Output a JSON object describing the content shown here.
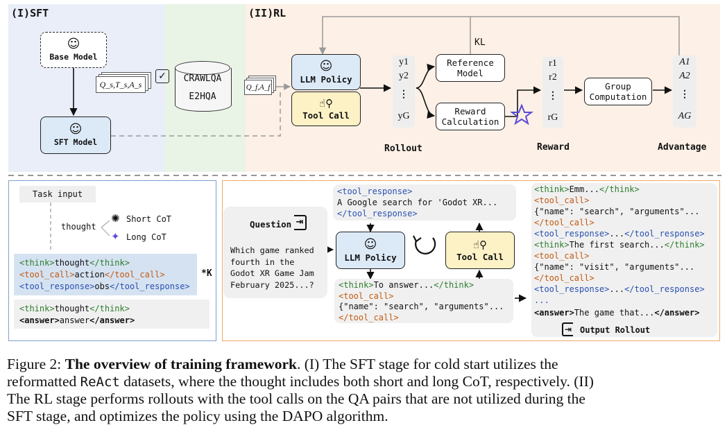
{
  "sft": {
    "title": "(I)SFT",
    "base_model": "Base Model",
    "sft_model": "SFT Model",
    "data_stack_label": "Q_s,T_s,A_s",
    "datasets": [
      "CRAWLQA",
      "E2HQA"
    ]
  },
  "rl": {
    "title": "(II)RL",
    "kl": "KL",
    "llm_policy": "LLM Policy",
    "tool_call": "Tool Call",
    "data_stack_label": "Q_f,A_f",
    "outputs": [
      "y1",
      "y2",
      "⋮",
      "yG"
    ],
    "reference_model": [
      "Reference",
      "Model"
    ],
    "reward_calculation": [
      "Reward",
      "Calculation"
    ],
    "rewards": [
      "r1",
      "r2",
      "⋮",
      "rG"
    ],
    "group_computation": [
      "Group",
      "Computation"
    ],
    "advantages": [
      "A1",
      "A2",
      "⋮",
      "AG"
    ],
    "labels": {
      "rollout": "Rollout",
      "reward": "Reward",
      "advantage": "Advantage"
    }
  },
  "bottom_left": {
    "task_input": "Task input",
    "thought": "thought",
    "short_cot": "Short CoT",
    "long_cot": "Long CoT",
    "multiplier": "*K",
    "think_open": "<think>",
    "think_word": "thought",
    "think_close": "</think>",
    "tool_open": "<tool_call>",
    "tool_word": "action",
    "tool_close": "</tool_call>",
    "resp_open": "<tool_response>",
    "resp_word": "obs",
    "resp_close": "</tool_response>",
    "final_think_open": "<think>",
    "final_think_word": "thought",
    "final_think_close": "</think>",
    "answer_open": "<answer>",
    "answer_word": "answer",
    "answer_close": "</answer>"
  },
  "bottom_right": {
    "question_label": "Question",
    "question_text": [
      "Which game ranked",
      "fourth in the",
      "Godot XR Game Jam",
      "February 2025...?"
    ],
    "llm_policy": "LLM Policy",
    "tool_call": "Tool Call",
    "tool_response": {
      "open": "<tool_response>",
      "text": "A Google search for 'Godot XR...",
      "close": "</tool_response>"
    },
    "answer_block": {
      "think_open": "<think>",
      "think_text": "To answer...",
      "think_close": "</think>",
      "tool_open": "<tool_call>",
      "tool_text": "{\"name\": \"search\", \"arguments\"...",
      "tool_close": "</tool_call>"
    },
    "rollout": {
      "l1_open": "<think>",
      "l1_text": "Emm...",
      "l1_close": "</think>",
      "l2": "<tool_call>",
      "l3": "{\"name\": \"search\", \"arguments\"...",
      "l4": "</tool_call>",
      "l5_open": "<tool_response>",
      "l5_text": "...",
      "l5_close": "</tool_response>",
      "l6_open": "<think>",
      "l6_text": "The first search...",
      "l6_close": "</think>",
      "l7": "<tool_call>",
      "l8": "{\"name\": \"visit\", \"arguments\"...",
      "l9": "</tool_call>",
      "l10_open": "<tool_response>",
      "l10_text": "...",
      "l10_close": "</tool_response>",
      "l11": "...",
      "l12_open": "<answer>",
      "l12_text": "The game that...",
      "l12_close": "</answer>"
    },
    "output_rollout": "Output Rollout"
  },
  "caption": {
    "prefix": "Figure 2: ",
    "bold": "The overview of training framework",
    "l1_rest": ". (I) The SFT stage for cold start utilizes the",
    "l2a": "reformatted ",
    "l2_mono": "ReAct",
    "l2b": " datasets, where the thought includes both short and long CoT, respectively. (II)",
    "l3": "The RL stage performs rollouts with the tool calls on the QA pairs that are not utilized during the",
    "l4": "SFT stage, and optimizes the policy using the DAPO algorithm."
  },
  "colors": {
    "sft_bg": "#e9eef9",
    "data_bg": "#e9f3e6",
    "rl_bg": "#fdf0e6",
    "policy_fill": "#dce9f7",
    "tool_fill": "#fdf1c6",
    "accent_purple": "#5b4bd6"
  }
}
